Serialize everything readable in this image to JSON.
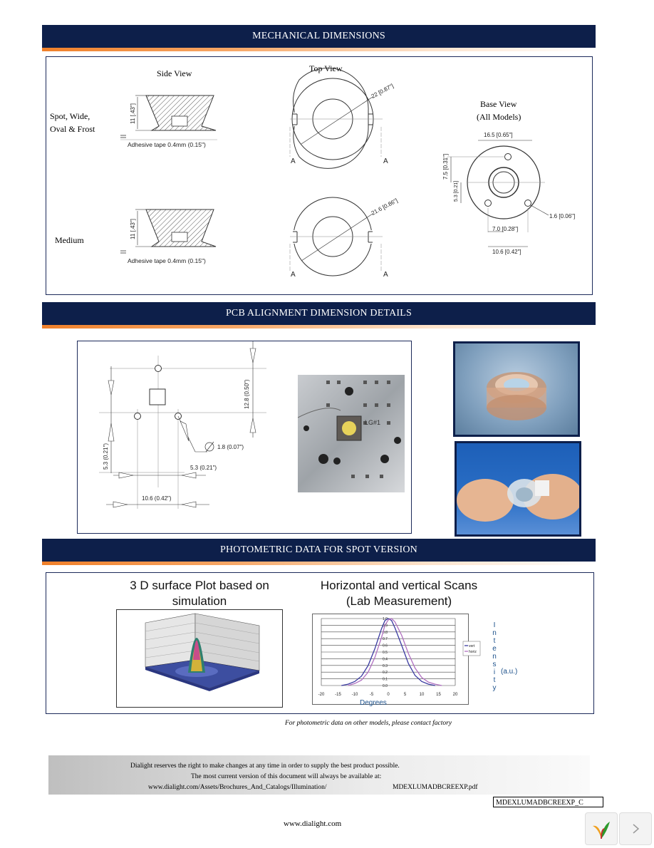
{
  "sections": {
    "mechanical": "MECHANICAL DIMENSIONS",
    "pcb": "PCB ALIGNMENT DIMENSION DETAILS",
    "photometric": "PHOTOMETRIC DATA FOR SPOT VERSION"
  },
  "mechanical": {
    "side_view": "Side View",
    "top_view": "Top View",
    "base_view": "Base View",
    "all_models": "(All Models)",
    "row1_label_1": "Spot, Wide,",
    "row1_label_2": "Oval & Frost",
    "row2_label": "Medium",
    "height_dim": "11 [.43\"]",
    "adhesive": "Adhesive tape 0.4mm (0.15\")",
    "dia_top1": "22 [0.87\"]",
    "dia_top2": "21.6 [0.86\"]",
    "section_mark": "A",
    "base_w": "16.5 [0.65\"]",
    "base_h1": "7.5 [0.31\"]",
    "base_h2": "5.3 [0.21]",
    "base_hole": "1.6 [0.06\"]",
    "base_w2": "7.0 [0.28\"]",
    "base_w3": "10.6 [0.42\"]"
  },
  "pcb": {
    "dim_12_8": "12.8 (0.50\")",
    "dim_5_3_v": "5.3 (0.21\")",
    "dim_5_3_h": "5.3 (0.21\")",
    "dim_10_6": "10.6 (0.42\")",
    "dim_1_8": "1.8 (0.07\")"
  },
  "photometric": {
    "plot3d_title_1": "3 D surface Plot based on",
    "plot3d_title_2": "simulation",
    "scan_title_1": "Horizontal and vertical Scans",
    "scan_title_2": "(Lab Measurement)",
    "intensity_letters": [
      "I",
      "n",
      "t",
      "e",
      "n",
      "s",
      "i",
      "t",
      "y"
    ],
    "intensity_unit": "(a.u.)",
    "note": "For photometric data on other models, please contact factory"
  },
  "chart_data": {
    "type": "line",
    "title": "Horizontal and vertical Scans (Lab Measurement)",
    "xlabel": "Degrees",
    "ylabel": "Intensity (a.u.)",
    "xlim": [
      -20,
      20
    ],
    "ylim": [
      0,
      1.0
    ],
    "xticks": [
      -20,
      -15,
      -10,
      -5,
      0,
      5,
      10,
      15,
      20
    ],
    "yticks": [
      "0.0",
      "0.1",
      "0.2",
      "0.3",
      "0.4",
      "0.5",
      "0.6",
      "0.7",
      "0.8",
      "0.9",
      "1.0"
    ],
    "grid": true,
    "legend": "right",
    "series": [
      {
        "name": "vert",
        "color": "#3a3aa0",
        "x": [
          -14,
          -12,
          -10,
          -8,
          -6,
          -4,
          -2,
          -1,
          0,
          1,
          2,
          4,
          6,
          8,
          10,
          12,
          14
        ],
        "values": [
          0.0,
          0.02,
          0.06,
          0.14,
          0.3,
          0.55,
          0.85,
          0.97,
          1.0,
          0.97,
          0.86,
          0.6,
          0.33,
          0.15,
          0.06,
          0.02,
          0.0
        ]
      },
      {
        "name": "horiz",
        "color": "#b070c0",
        "x": [
          -12,
          -10,
          -8,
          -6,
          -4,
          -2,
          -1,
          0,
          1,
          2,
          4,
          6,
          8,
          10,
          12,
          14,
          16
        ],
        "values": [
          0.0,
          0.03,
          0.08,
          0.2,
          0.42,
          0.72,
          0.9,
          0.98,
          1.0,
          0.95,
          0.75,
          0.48,
          0.26,
          0.12,
          0.05,
          0.02,
          0.0
        ]
      }
    ]
  },
  "footer": {
    "line1": "Dialight reserves the right to make changes at any time in order to supply the best product possible.",
    "line2": "The most current version of this document will always be available at:",
    "url_path": "www.dialight.com/Assets/Brochures_And_Catalogs/Illumination/",
    "pdf_name": "MDEXLUMADBCREEXP.pdf",
    "code": "MDEXLUMADBCREEXP_C",
    "website": "www.dialight.com"
  },
  "colors": {
    "band": "#0d1f4a",
    "stripe": "#f0802a"
  }
}
